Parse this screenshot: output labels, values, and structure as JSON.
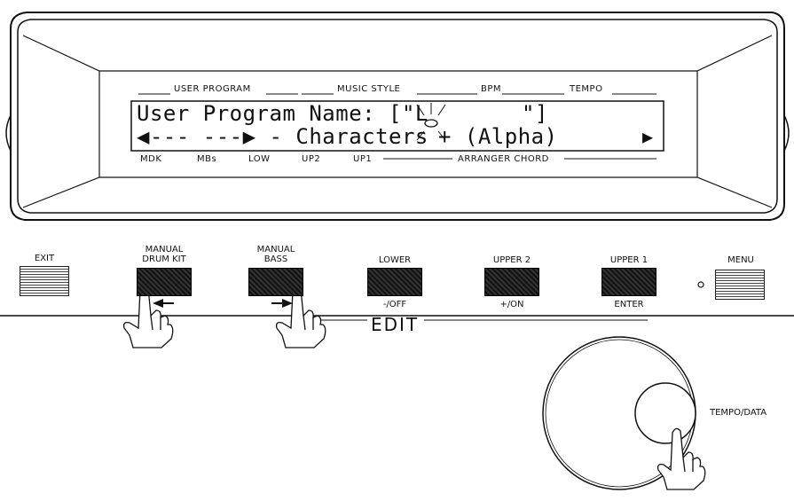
{
  "display": {
    "top_labels": {
      "user_program": "USER PROGRAM",
      "music_style": "MUSIC STYLE",
      "bpm": "BPM",
      "tempo": "TEMPO"
    },
    "line1": "User Program Name: [\"L",
    "line1_end": "\"]",
    "line2_left": "◀--- ---▶ - Characters",
    "line2_right": "+ (Alpha)",
    "line2_arrow": "▶",
    "bottom_labels": {
      "mdk": "MDK",
      "mbs": "MBs",
      "low": "LOW",
      "up2": "UP2",
      "up1": "UP1",
      "arranger_chord": "ARRANGER CHORD"
    }
  },
  "buttons": {
    "exit": "EXIT",
    "manual_drum_kit": "MANUAL\nDRUM KIT",
    "manual_bass": "MANUAL\nBASS",
    "lower": "LOWER",
    "lower_sub": "-/OFF",
    "upper2": "UPPER 2",
    "upper2_sub": "+/ON",
    "upper1": "UPPER 1",
    "upper1_sub": "ENTER",
    "menu": "MENU"
  },
  "edit_label": "EDIT",
  "dial_label": "TEMPO/DATA"
}
